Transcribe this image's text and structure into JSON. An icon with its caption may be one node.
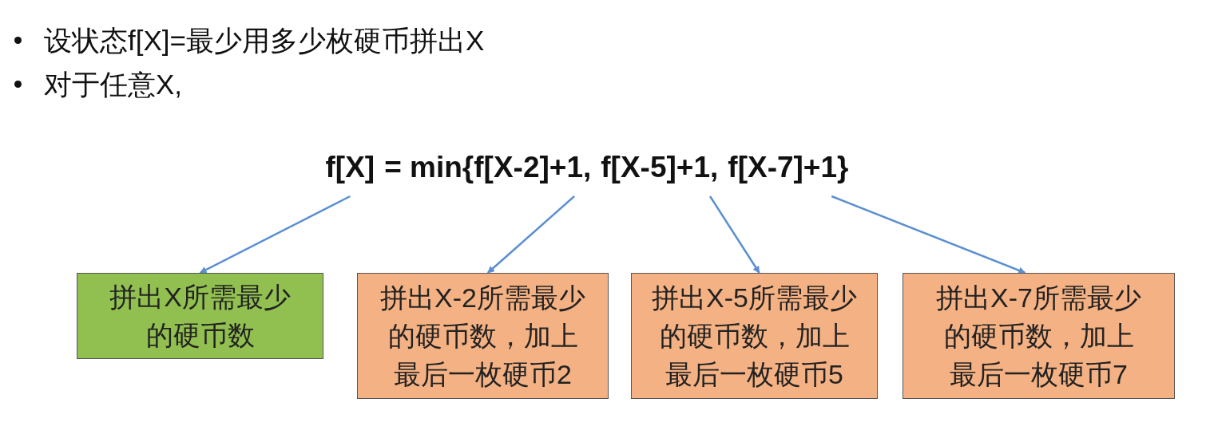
{
  "diagram": {
    "nodes": [
      {
        "text": [
          "f[X]"
        ]
      },
      {
        "text": [
          "f[X-2]+1"
        ]
      },
      {
        "text": [
          "f[X-5]+1"
        ]
      },
      {
        "text": [
          "f[X-7]+1"
        ]
      },
      {
        "text": [
          "拼出X所需最少的硬币数"
        ]
      },
      {
        "text": [
          "拼出X-2所需最少的硬币数，加上最后一枚硬币2"
        ]
      },
      {
        "text": [
          "拼出X-5所需最少的硬币数，加上最后一枚硬币5"
        ]
      },
      {
        "text": [
          "拼出X-7所需最少的硬币数，加上最后一枚硬币7"
        ]
      }
    ],
    "edges": [
      {
        "from": 0,
        "to": 4,
        "arrow": "to"
      },
      {
        "from": 1,
        "to": 5,
        "arrow": "to"
      },
      {
        "from": 2,
        "to": 6,
        "arrow": "to"
      },
      {
        "from": 3,
        "to": 7,
        "arrow": "to"
      }
    ],
    "labels": [
      "设状态f[X]=最少用多少枚硬币拼出X",
      "对于任意X,",
      "= min{",
      ",",
      ",",
      "}"
    ]
  }
}
